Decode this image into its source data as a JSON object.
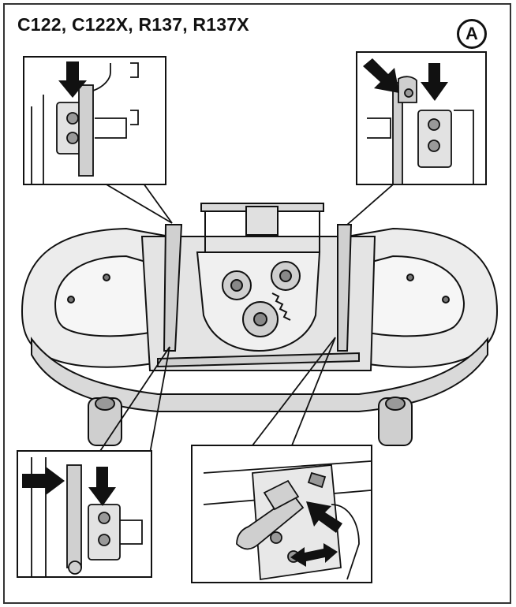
{
  "diagram": {
    "title": "C122, C122X, R137, R137X",
    "figure_label": "A",
    "colors": {
      "ink": "#111111",
      "fill_light": "#ececec",
      "fill_mid": "#d9d9d9",
      "fill_dark": "#bdbdbd"
    },
    "insets": [
      {
        "id": "top-left",
        "description_icon": "deck-hanger-detail"
      },
      {
        "id": "top-right",
        "description_icon": "deck-hanger-detail"
      },
      {
        "id": "bottom-left",
        "description_icon": "deck-hanger-detail"
      },
      {
        "id": "bottom-right",
        "description_icon": "draft-arm-detail"
      }
    ]
  }
}
